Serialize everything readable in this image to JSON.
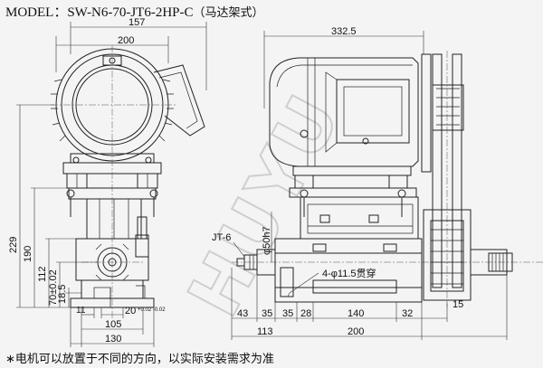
{
  "title": {
    "model_label": "MODEL：SW-N6-70-JT6-2HP-C",
    "model_note": "（马达架式）"
  },
  "note": "∗电机可以放置于不同的方向，以实际安装需求为准",
  "watermark": "HUYU",
  "left_view": {
    "top_dims": {
      "overall_width": "157",
      "motor_width": "200"
    },
    "vertical_dims": [
      "229",
      "190",
      "112",
      "70±0.02",
      "18.5"
    ],
    "bottom_dims": {
      "d11": "11",
      "d20": "20",
      "d20_tol": "+0.02 -0.02",
      "d105": "105",
      "d130": "130"
    }
  },
  "right_view": {
    "top_dim": "332.5",
    "callouts": {
      "spindle_model": "JT-6",
      "diameter": "φ50h7",
      "holes": "4-φ11.5贯穿"
    },
    "bottom_row": [
      "43",
      "35",
      "35",
      "28",
      "140",
      "32",
      "15"
    ],
    "bottom_overall": [
      "113",
      "200"
    ]
  },
  "colors": {
    "line": "#222222",
    "background": "#f4f4f4",
    "watermark": "#cfcfcf"
  }
}
